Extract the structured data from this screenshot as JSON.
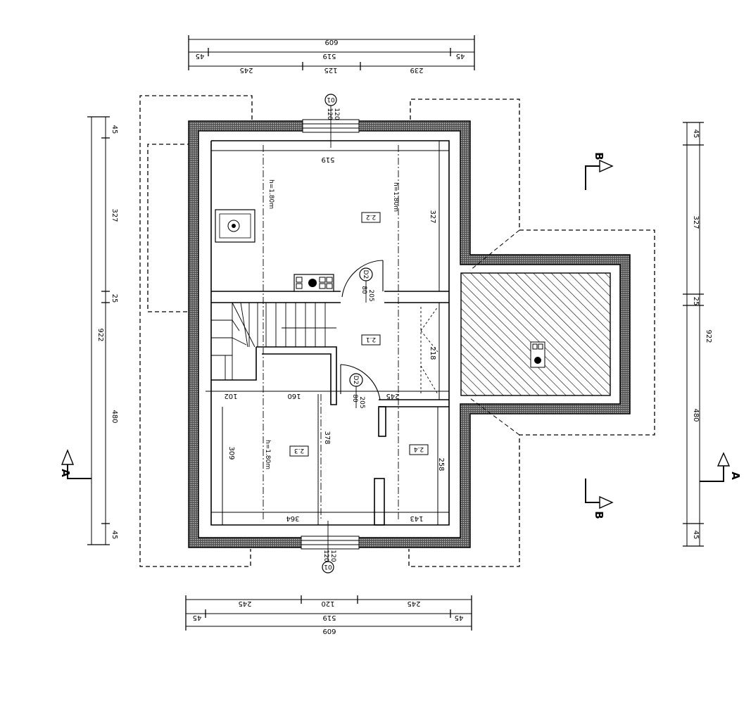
{
  "plan": {
    "rooms": [
      {
        "id": "room-2-2",
        "label": "2.2"
      },
      {
        "id": "room-2-1",
        "label": "2.1"
      },
      {
        "id": "room-2-3",
        "label": "2.3"
      },
      {
        "id": "room-2-4",
        "label": "2.4"
      }
    ],
    "door_tags": [
      "D2",
      "D2"
    ],
    "window_tags": [
      "01",
      "01"
    ],
    "door_dims": {
      "w": "80",
      "h": "205"
    },
    "window_dims": {
      "a": "120",
      "b": "120"
    },
    "heights": [
      "h=1.80m",
      "h=1.80m",
      "h=1.80m"
    ],
    "sections": {
      "a": "A",
      "b": "B"
    },
    "dims": {
      "top_row1": "609",
      "top_row2_mid": "519",
      "top_row2_side": "45",
      "top_row3_a": "245",
      "top_row3_b": "125",
      "top_row3_c": "239",
      "bot_row1": "245",
      "bot_row1_mid": "120",
      "bot_row1_c": "245",
      "bot_row2_mid": "519",
      "bot_row2_side": "45",
      "bot_row3": "609",
      "left_total": "922",
      "left_45": "45",
      "left_327": "327",
      "left_25": "25",
      "left_480": "480",
      "left_45b": "45",
      "right_total": "922",
      "right_45": "45",
      "right_327": "327",
      "right_25": "25",
      "right_480": "480",
      "right_45b": "45",
      "in_519": "519",
      "in_327": "327",
      "in_218": "218",
      "in_245": "245",
      "in_102": "102",
      "in_160": "160",
      "in_309": "309",
      "in_378": "378",
      "in_258": "258",
      "in_364": "364",
      "in_143": "143"
    }
  }
}
